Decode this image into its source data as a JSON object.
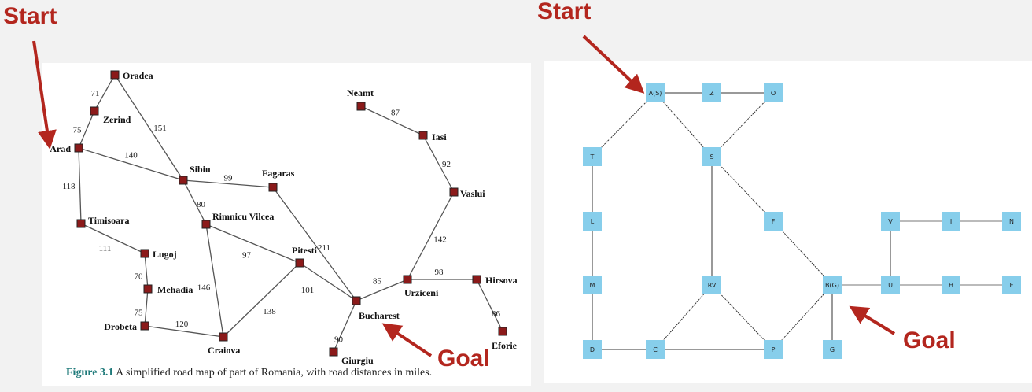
{
  "callouts": {
    "start": "Start",
    "goal": "Goal"
  },
  "caption": {
    "label": "Figure 3.1",
    "text": "A simplified road map of part of Romania, with road distances in miles."
  },
  "colors": {
    "arrow": "#b3261e",
    "city_marker": "#8b1a1a",
    "node_fill": "#87ceeb",
    "caption_label": "#1f7a7a"
  },
  "romania_map": {
    "cities": [
      {
        "id": "oradea",
        "label": "Oradea"
      },
      {
        "id": "zerind",
        "label": "Zerind"
      },
      {
        "id": "arad",
        "label": "Arad"
      },
      {
        "id": "sibiu",
        "label": "Sibiu"
      },
      {
        "id": "fagaras",
        "label": "Fagaras"
      },
      {
        "id": "timisoara",
        "label": "Timisoara"
      },
      {
        "id": "rimnicu",
        "label": "Rimnicu Vilcea"
      },
      {
        "id": "lugoj",
        "label": "Lugoj"
      },
      {
        "id": "pitesti",
        "label": "Pitesti"
      },
      {
        "id": "mehadia",
        "label": "Mehadia"
      },
      {
        "id": "drobeta",
        "label": "Drobeta"
      },
      {
        "id": "craiova",
        "label": "Craiova"
      },
      {
        "id": "bucharest",
        "label": "Bucharest"
      },
      {
        "id": "giurgiu",
        "label": "Giurgiu"
      },
      {
        "id": "urziceni",
        "label": "Urziceni"
      },
      {
        "id": "hirsova",
        "label": "Hirsova"
      },
      {
        "id": "eforie",
        "label": "Eforie"
      },
      {
        "id": "vaslui",
        "label": "Vaslui"
      },
      {
        "id": "iasi",
        "label": "Iasi"
      },
      {
        "id": "neamt",
        "label": "Neamt"
      }
    ],
    "roads": [
      {
        "a": "oradea",
        "b": "zerind",
        "d": "71"
      },
      {
        "a": "zerind",
        "b": "arad",
        "d": "75"
      },
      {
        "a": "oradea",
        "b": "sibiu",
        "d": "151"
      },
      {
        "a": "arad",
        "b": "sibiu",
        "d": "140"
      },
      {
        "a": "arad",
        "b": "timisoara",
        "d": "118"
      },
      {
        "a": "sibiu",
        "b": "fagaras",
        "d": "99"
      },
      {
        "a": "sibiu",
        "b": "rimnicu",
        "d": "80"
      },
      {
        "a": "timisoara",
        "b": "lugoj",
        "d": "111"
      },
      {
        "a": "lugoj",
        "b": "mehadia",
        "d": "70"
      },
      {
        "a": "mehadia",
        "b": "drobeta",
        "d": "75"
      },
      {
        "a": "drobeta",
        "b": "craiova",
        "d": "120"
      },
      {
        "a": "rimnicu",
        "b": "craiova",
        "d": "146"
      },
      {
        "a": "rimnicu",
        "b": "pitesti",
        "d": "97"
      },
      {
        "a": "craiova",
        "b": "pitesti",
        "d": "138"
      },
      {
        "a": "pitesti",
        "b": "bucharest",
        "d": "101"
      },
      {
        "a": "fagaras",
        "b": "bucharest",
        "d": "211"
      },
      {
        "a": "bucharest",
        "b": "giurgiu",
        "d": "90"
      },
      {
        "a": "bucharest",
        "b": "urziceni",
        "d": "85"
      },
      {
        "a": "urziceni",
        "b": "hirsova",
        "d": "98"
      },
      {
        "a": "hirsova",
        "b": "eforie",
        "d": "86"
      },
      {
        "a": "urziceni",
        "b": "vaslui",
        "d": "142"
      },
      {
        "a": "vaslui",
        "b": "iasi",
        "d": "92"
      },
      {
        "a": "iasi",
        "b": "neamt",
        "d": "87"
      }
    ]
  },
  "abstract_graph": {
    "nodes": [
      {
        "id": "A",
        "label": "A(S)"
      },
      {
        "id": "Z",
        "label": "Z"
      },
      {
        "id": "O",
        "label": "O"
      },
      {
        "id": "T",
        "label": "T"
      },
      {
        "id": "S",
        "label": "S"
      },
      {
        "id": "L",
        "label": "L"
      },
      {
        "id": "F",
        "label": "F"
      },
      {
        "id": "V",
        "label": "V"
      },
      {
        "id": "I",
        "label": "I"
      },
      {
        "id": "N",
        "label": "N"
      },
      {
        "id": "M",
        "label": "M"
      },
      {
        "id": "RV",
        "label": "RV"
      },
      {
        "id": "B",
        "label": "B(G)"
      },
      {
        "id": "U",
        "label": "U"
      },
      {
        "id": "H",
        "label": "H"
      },
      {
        "id": "E",
        "label": "E"
      },
      {
        "id": "D",
        "label": "D"
      },
      {
        "id": "C",
        "label": "C"
      },
      {
        "id": "P",
        "label": "P"
      },
      {
        "id": "G",
        "label": "G"
      }
    ],
    "edges": [
      [
        "A",
        "Z"
      ],
      [
        "Z",
        "O"
      ],
      [
        "A",
        "T"
      ],
      [
        "A",
        "S"
      ],
      [
        "O",
        "S"
      ],
      [
        "S",
        "F"
      ],
      [
        "S",
        "RV"
      ],
      [
        "T",
        "L"
      ],
      [
        "L",
        "M"
      ],
      [
        "M",
        "D"
      ],
      [
        "D",
        "C"
      ],
      [
        "RV",
        "C"
      ],
      [
        "RV",
        "P"
      ],
      [
        "C",
        "P"
      ],
      [
        "F",
        "B"
      ],
      [
        "P",
        "B"
      ],
      [
        "B",
        "G"
      ],
      [
        "B",
        "U"
      ],
      [
        "U",
        "V"
      ],
      [
        "V",
        "I"
      ],
      [
        "I",
        "N"
      ],
      [
        "U",
        "H"
      ],
      [
        "H",
        "E"
      ]
    ]
  }
}
